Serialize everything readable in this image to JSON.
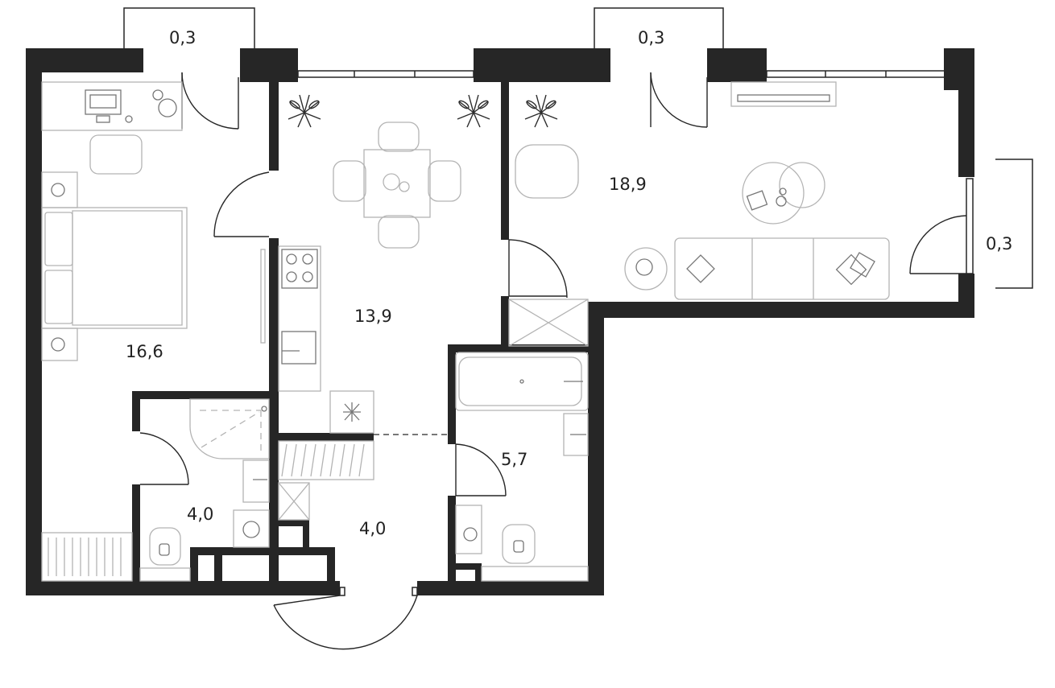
{
  "colors": {
    "wall": "#262626",
    "furniture": "#b4b4b4",
    "background": "#ffffff"
  },
  "areas": {
    "balcony_left": "0,3",
    "balcony_middle": "0,3",
    "balcony_right": "0,3",
    "bedroom": "16,6",
    "kitchen": "13,9",
    "living_room": "18,9",
    "bathroom_left": "4,0",
    "hallway": "4,0",
    "bathroom_right": "5,7"
  }
}
